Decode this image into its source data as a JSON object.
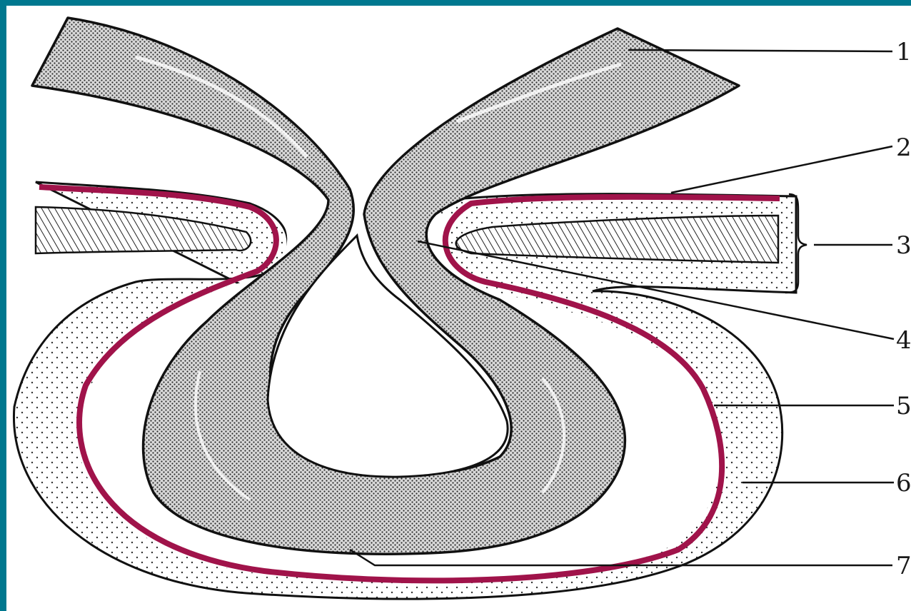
{
  "diagram": {
    "labels": [
      "1",
      "2",
      "3",
      "4",
      "5",
      "6",
      "7"
    ]
  },
  "colors": {
    "frame": "#00788f",
    "membrane": "#a0134a",
    "outline": "#111111",
    "stipple": "#2a2a2a"
  }
}
